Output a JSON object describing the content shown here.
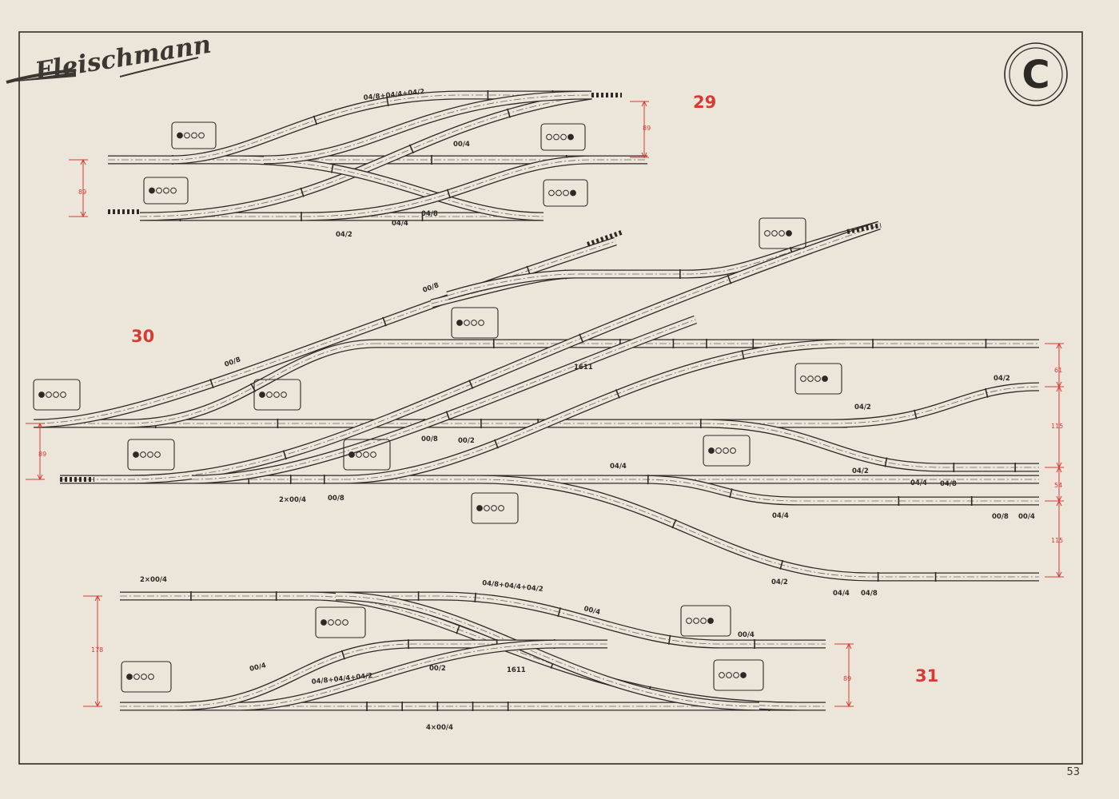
{
  "brand": {
    "logo_text": "Fleischmann",
    "track_system_symbol": "C"
  },
  "page_number": "53",
  "plans": [
    {
      "number": "29",
      "piece_labels": [
        "04/8+04/4+04/2",
        "00/4",
        "04/2",
        "04/4",
        "04/8"
      ],
      "dimensions": [
        "89",
        "89"
      ]
    },
    {
      "number": "30",
      "piece_labels": [
        "00/8",
        "00/8",
        "1611",
        "04/2",
        "04/2",
        "00/8",
        "00/2",
        "04/2",
        "04/4",
        "04/8",
        "2×00/4",
        "00/8",
        "04/4",
        "04/4",
        "00/8",
        "00/4",
        "04/2",
        "04/4",
        "04/8"
      ],
      "dimensions": [
        "61",
        "115",
        "54",
        "115",
        "89"
      ]
    },
    {
      "number": "31",
      "piece_labels": [
        "2×00/4",
        "04/8+04/4+04/2",
        "00/4",
        "00/4",
        "00/4",
        "04/8+04/4+04/2",
        "00/2",
        "1611",
        "4×00/4"
      ],
      "dimensions": [
        "178",
        "89"
      ]
    }
  ],
  "colors": {
    "paper": "#ece6da",
    "ink": "#2c2926",
    "dimension_red": "#d53c33"
  },
  "icons": [
    "signal-lamp-icon",
    "track-symbol-icon"
  ]
}
